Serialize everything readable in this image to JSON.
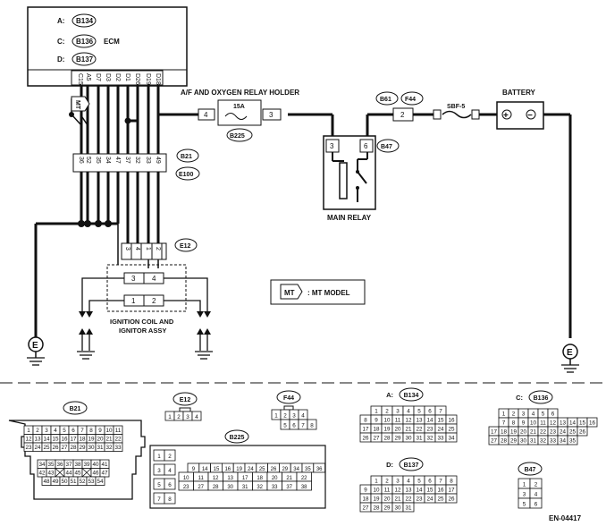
{
  "diagram": {
    "ecm": {
      "label": "ECM",
      "connectors": [
        {
          "prefix": "A:",
          "code": "B134"
        },
        {
          "prefix": "C:",
          "code": "B136"
        },
        {
          "prefix": "D:",
          "code": "B137"
        }
      ],
      "pins": [
        "C15",
        "A5",
        "D7",
        "D3",
        "D2",
        "D1",
        "D26",
        "D19",
        "D18"
      ]
    },
    "mt_marker": "MT",
    "relay_holder": {
      "label": "A/F AND OXYGEN RELAY HOLDER",
      "fuse": "15A",
      "pin_left": "4",
      "pin_right": "3",
      "code": "B225"
    },
    "b61": "B61",
    "f44": "F44",
    "f44_pin": "2",
    "sbf": "SBF-5",
    "battery": {
      "label": "BATTERY",
      "plus": "+",
      "minus": "−"
    },
    "main_relay": {
      "label": "MAIN RELAY",
      "pin_left": "3",
      "pin_right": "6",
      "code": "B47"
    },
    "b21_e100": {
      "codes": [
        "B21",
        "E100"
      ],
      "top_pins": [
        "36",
        "52",
        "35",
        "34",
        "47",
        "37",
        "32",
        "33",
        "49"
      ]
    },
    "e12": {
      "code": "E12",
      "pins": [
        "3",
        "4",
        "1",
        "2"
      ]
    },
    "ignition": {
      "label_line1": "IGNITION COIL AND",
      "label_line2": "IGNITOR ASSY",
      "pins_top": [
        "3",
        "4"
      ],
      "pins_bottom": [
        "1",
        "2"
      ]
    },
    "ground_label": "E",
    "legend": {
      "icon_text": "MT",
      "text": ": MT MODEL"
    }
  },
  "connector_views": {
    "b21": {
      "code": "B21",
      "rows": [
        [
          "1",
          "2",
          "3",
          "4",
          "5",
          "6",
          "7",
          "8",
          "9",
          "10",
          "11"
        ],
        [
          "12",
          "13",
          "14",
          "15",
          "16",
          "17",
          "18",
          "19",
          "20",
          "21",
          "22"
        ],
        [
          "23",
          "24",
          "25",
          "26",
          "27",
          "28",
          "29",
          "30",
          "31",
          "32",
          "33"
        ],
        [
          "34",
          "35",
          "36",
          "37",
          "38",
          "39",
          "40",
          "41"
        ],
        [
          "42",
          "43",
          "",
          "44",
          "45",
          "",
          "46",
          "47"
        ],
        [
          "48",
          "49",
          "50",
          "51",
          "52",
          "53",
          "54"
        ]
      ]
    },
    "e12": {
      "code": "E12",
      "pins": [
        "1",
        "2",
        "3",
        "4"
      ]
    },
    "f44": {
      "code": "F44",
      "rows": [
        [
          "1",
          "2",
          "3",
          "4"
        ],
        [
          "5",
          "6",
          "7",
          "8"
        ]
      ]
    },
    "b225": {
      "code": "B225",
      "left_pins": [
        "1",
        "2",
        "3",
        "4",
        "5",
        "6",
        "7",
        "8"
      ],
      "right_rows": [
        [
          "9",
          "14",
          "15",
          "16",
          "19",
          "24",
          "25",
          "26",
          "29",
          "34",
          "35",
          "36"
        ],
        [
          "10",
          "11",
          "12",
          "13",
          "17",
          "18",
          "20",
          "21",
          "22",
          "23",
          "27",
          "28",
          "30",
          "31",
          "32",
          "33",
          "37",
          "38"
        ]
      ]
    },
    "a_b134": {
      "prefix": "A:",
      "code": "B134",
      "rows": [
        [
          "1",
          "2",
          "3",
          "4",
          "5",
          "6",
          "7"
        ],
        [
          "8",
          "9",
          "10",
          "11",
          "12",
          "13",
          "14",
          "15",
          "16"
        ],
        [
          "17",
          "18",
          "19",
          "20",
          "21",
          "22",
          "23",
          "24",
          "25"
        ],
        [
          "26",
          "27",
          "28",
          "29",
          "30",
          "31",
          "32",
          "33",
          "34"
        ]
      ]
    },
    "c_b136": {
      "prefix": "C:",
      "code": "B136",
      "rows": [
        [
          "1",
          "2",
          "3",
          "4",
          "5",
          "6"
        ],
        [
          "7",
          "8",
          "9",
          "10",
          "11",
          "12",
          "13",
          "14",
          "15",
          "16"
        ],
        [
          "17",
          "18",
          "19",
          "20",
          "21",
          "22",
          "23",
          "24",
          "25",
          "26"
        ],
        [
          "27",
          "28",
          "29",
          "30",
          "31",
          "32",
          "33",
          "34",
          "35"
        ]
      ]
    },
    "d_b137": {
      "prefix": "D:",
      "code": "B137",
      "rows": [
        [
          "1",
          "2",
          "3",
          "4",
          "5",
          "6",
          "7",
          "8"
        ],
        [
          "9",
          "10",
          "11",
          "12",
          "13",
          "14",
          "15",
          "16",
          "17"
        ],
        [
          "18",
          "19",
          "20",
          "21",
          "22",
          "23",
          "24",
          "25",
          "26"
        ],
        [
          "27",
          "28",
          "29",
          "30",
          "31"
        ]
      ]
    },
    "b47": {
      "code": "B47",
      "rows": [
        [
          "1",
          "2"
        ],
        [
          "3",
          "4"
        ],
        [
          "5",
          "6"
        ]
      ]
    }
  },
  "figure_id": "EN-04417"
}
